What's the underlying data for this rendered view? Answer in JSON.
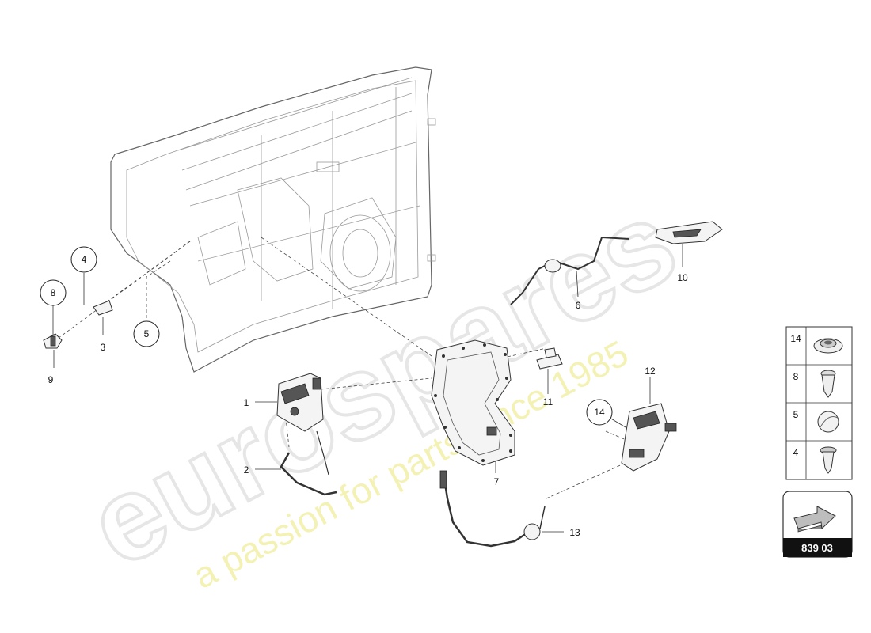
{
  "watermark": {
    "brand": "eurospares",
    "tagline": "a passion for parts since 1985"
  },
  "callouts": {
    "c1": "1",
    "c2": "2",
    "c3": "3",
    "c4": "4",
    "c5": "5",
    "c6": "6",
    "c7": "7",
    "c8": "8",
    "c9": "9",
    "c10": "10",
    "c11": "11",
    "c12": "12",
    "c13": "13",
    "c14": "14"
  },
  "legend": {
    "items": [
      {
        "number": "14",
        "icon": "grommet-icon"
      },
      {
        "number": "8",
        "icon": "push-clip-icon"
      },
      {
        "number": "5",
        "icon": "cap-icon"
      },
      {
        "number": "4",
        "icon": "expanding-clip-icon"
      }
    ]
  },
  "diagram_id": "839 03"
}
